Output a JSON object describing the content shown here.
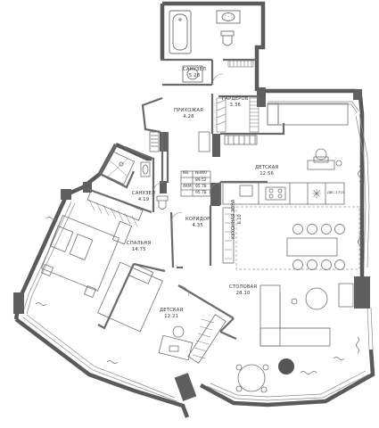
{
  "plan": {
    "rooms": [
      {
        "id": "sanuzel-1",
        "name": "САНУЗЕЛ",
        "area": "5.28"
      },
      {
        "id": "prikhozhaya",
        "name": "ПРИХОЖАЯ",
        "area": "4.28"
      },
      {
        "id": "garderob",
        "name": "ГАРДЕРОБ",
        "area": "3.36"
      },
      {
        "id": "detskaya-1",
        "name": "ДЕТСКАЯ",
        "area": "12.56"
      },
      {
        "id": "sanuzel-2",
        "name": "САНУЗЕЛ",
        "area": "4.19"
      },
      {
        "id": "spalnya",
        "name": "СПАЛЬНЯ",
        "area": "14.75"
      },
      {
        "id": "koridor",
        "name": "КОРИДОР",
        "area": "4.35"
      },
      {
        "id": "kukhonnaya-zona",
        "name": "КУХОННАЯ ЗОНА",
        "area": "6.10"
      },
      {
        "id": "stolovaya",
        "name": "СТОЛОВАЯ",
        "area": "28.10"
      },
      {
        "id": "detskaya-2",
        "name": "ДЕТСКАЯ",
        "area": "12.21"
      }
    ],
    "spec_table": [
      {
        "key": "КВ.",
        "value": "№460"
      },
      {
        "key": "",
        "value": "89.52"
      },
      {
        "key": "4КМ",
        "value": "95.78"
      },
      {
        "key": "",
        "value": "95.78"
      }
    ],
    "appliance_label": "ДВС-1-TCS",
    "colors": {
      "wall": "#555555",
      "wall_fill": "#5f5f5f",
      "line": "#6a6a6a",
      "dashed": "#9a9a9a",
      "glass": "#8a8a8a",
      "dark_stool": "#555555"
    }
  }
}
